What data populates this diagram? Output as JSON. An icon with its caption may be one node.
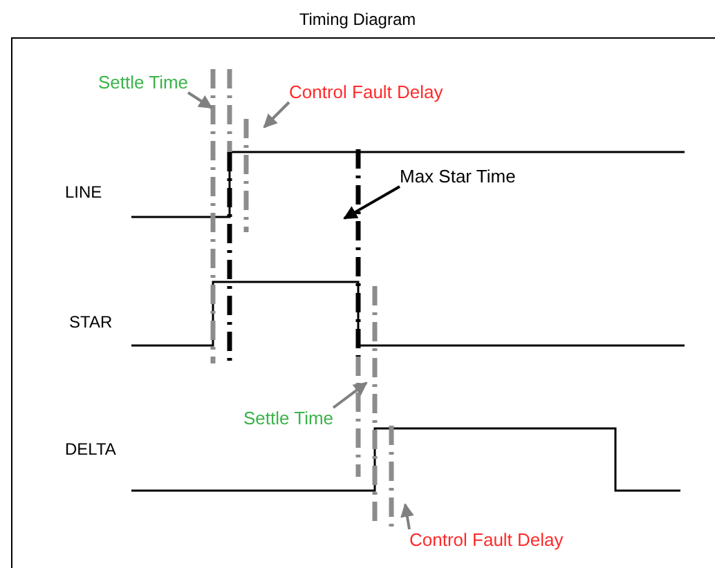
{
  "diagram": {
    "title": "Timing Diagram",
    "nodes": [
      {
        "text": [
          "Settle Time"
        ]
      },
      {
        "text": [
          "Control Fault Delay"
        ]
      },
      {
        "text": [
          "Max Star Time"
        ]
      },
      {
        "text": [
          "Settle Time"
        ]
      },
      {
        "text": [
          "Control Fault Delay"
        ]
      }
    ],
    "edges": [
      {
        "from": 0,
        "to": null,
        "arrow": "to"
      },
      {
        "from": 1,
        "to": null,
        "arrow": "to"
      },
      {
        "from": 2,
        "to": null,
        "arrow": "to",
        "color": "#000000"
      },
      {
        "from": 3,
        "to": null,
        "arrow": "to"
      },
      {
        "from": 4,
        "to": null,
        "arrow": "to"
      }
    ],
    "labels": [
      "LINE",
      "STAR",
      "DELTA"
    ]
  }
}
